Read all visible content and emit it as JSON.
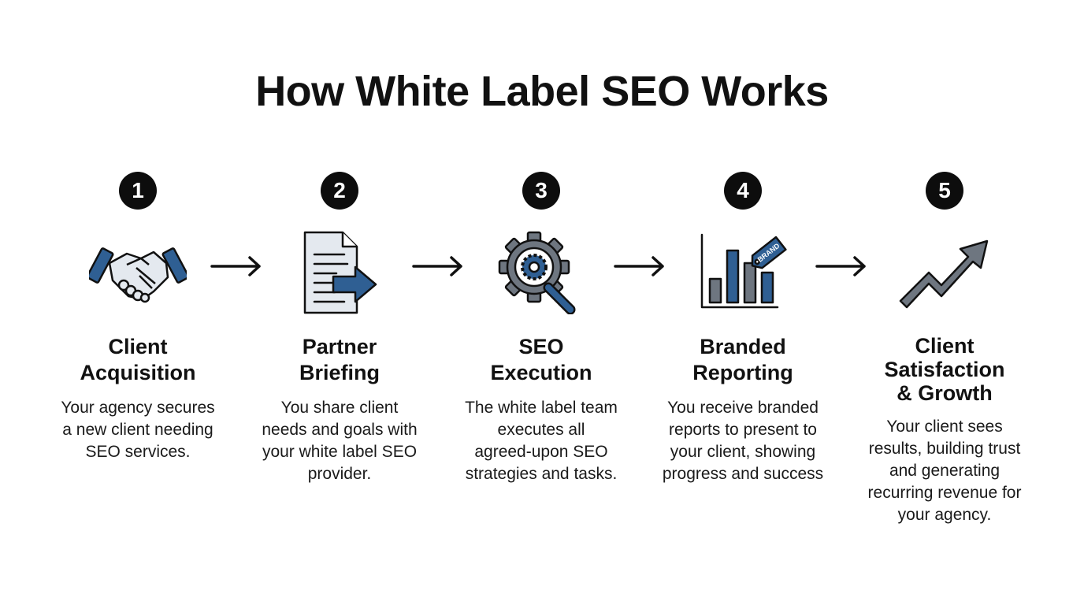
{
  "title": "How White Label SEO Works",
  "accent_colors": {
    "blue": "#2f5f93",
    "gray": "#6e7680",
    "light": "#e4e9ef",
    "dark": "#0d0d0d"
  },
  "steps": [
    {
      "number": "1",
      "icon": "handshake-icon",
      "title_lines": [
        "Client",
        "Acquisition"
      ],
      "description_lines": [
        "Your agency secures",
        "a new client needing",
        "SEO services."
      ]
    },
    {
      "number": "2",
      "icon": "document-arrow-icon",
      "title_lines": [
        "Partner",
        "Briefing"
      ],
      "description_lines": [
        "You share client",
        "needs and goals with",
        "your white label SEO",
        "provider."
      ]
    },
    {
      "number": "3",
      "icon": "gear-search-icon",
      "title_lines": [
        "SEO",
        "Execution"
      ],
      "description_lines": [
        "The white label team",
        "executes all",
        "agreed-upon SEO",
        "strategies and tasks."
      ]
    },
    {
      "number": "4",
      "icon": "bar-chart-tag-icon",
      "title_lines": [
        "Branded",
        "Reporting"
      ],
      "tag_text": "BRAND",
      "description_lines": [
        "You receive branded",
        "reports to present to",
        "your client, showing",
        "progress and success"
      ]
    },
    {
      "number": "5",
      "icon": "trend-arrow-icon",
      "title_lines": [
        "Client",
        "Satisfaction",
        "& Growth"
      ],
      "description_lines": [
        "Your client sees",
        "results, building trust",
        "and generating",
        "recurring revenue for",
        "your agency."
      ]
    }
  ]
}
